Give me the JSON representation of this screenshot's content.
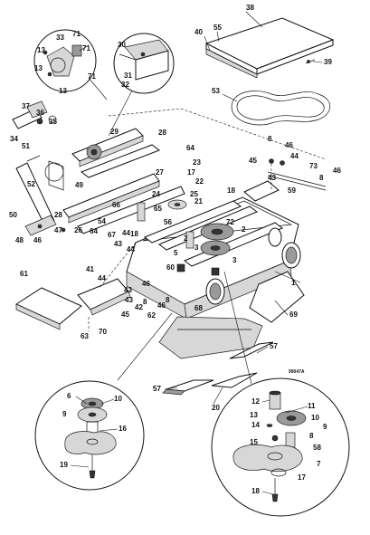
{
  "figure_code": "99047A",
  "callouts": {
    "c1": "1",
    "c2": "2",
    "c3": "3",
    "c5": "5",
    "c6": "6",
    "c7": "7",
    "c8": "8",
    "c9": "9",
    "c10": "10",
    "c11": "11",
    "c12": "12",
    "c13": "13",
    "c14": "14",
    "c15": "15",
    "c16": "16",
    "c17": "17",
    "c18": "18",
    "c19": "19",
    "c20": "20",
    "c21": "21",
    "c22": "22",
    "c23": "23",
    "c24": "24",
    "c25": "25",
    "c26": "26",
    "c27": "27",
    "c28": "28",
    "c29": "29",
    "c30": "30",
    "c31": "31",
    "c32": "32",
    "c33": "33",
    "c34": "34",
    "c35": "35",
    "c36": "36",
    "c37": "37",
    "c38": "38",
    "c39": "39",
    "c40": "40",
    "c41": "41",
    "c42": "42",
    "c43": "43",
    "c44": "44",
    "c45": "45",
    "c46": "46",
    "c47": "47",
    "c48": "48",
    "c49": "49",
    "c50": "50",
    "c51": "51",
    "c52": "52",
    "c53": "53",
    "c54": "54",
    "c55": "55",
    "c56": "56",
    "c57": "57",
    "c58": "58",
    "c59": "59",
    "c60": "60",
    "c61": "61",
    "c62": "62",
    "c63": "63",
    "c64": "64",
    "c65": "65",
    "c66": "66",
    "c67": "67",
    "c68": "68",
    "c69": "69",
    "c70": "70",
    "c71": "71",
    "c72": "72",
    "c73": "73"
  }
}
